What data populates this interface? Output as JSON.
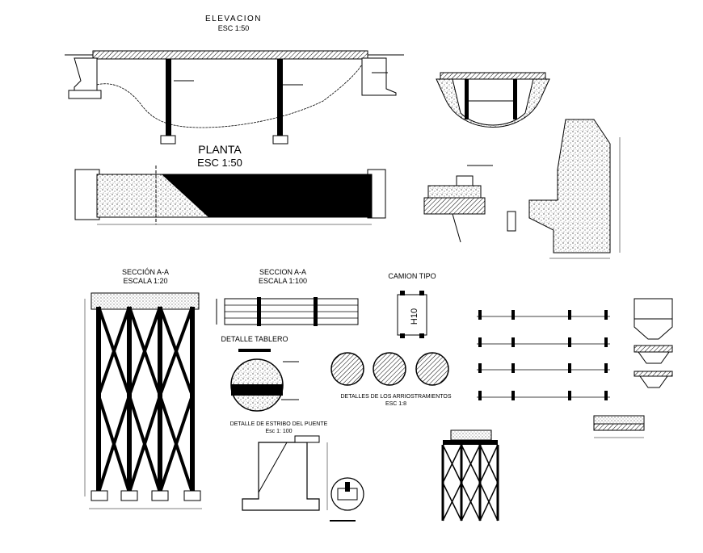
{
  "labels": {
    "elevacion_title": "ELEVACION",
    "elevacion_scale": "ESC 1:50",
    "planta_title": "PLANTA",
    "planta_scale": "ESC 1:50",
    "seccion_aa_1_title": "SECCIÓN A-A",
    "seccion_aa_1_scale": "ESCALA 1:20",
    "seccion_aa_2_title": "SECCION A-A",
    "seccion_aa_2_scale": "ESCALA 1:100",
    "camion_tipo": "CAMION TIPO",
    "h10": "H10",
    "detalle_tablero": "DETALLE TABLERO",
    "detalles_arriostramientos": "DETALLES DE LOS ARRIOSTRAMIENTOS",
    "detalles_arriostramientos_scale": "ESC 1:8",
    "detalle_estribo": "DETALLE DE ESTRIBO DEL PUENTE",
    "detalle_estribo_scale": "Esc 1: 100"
  }
}
